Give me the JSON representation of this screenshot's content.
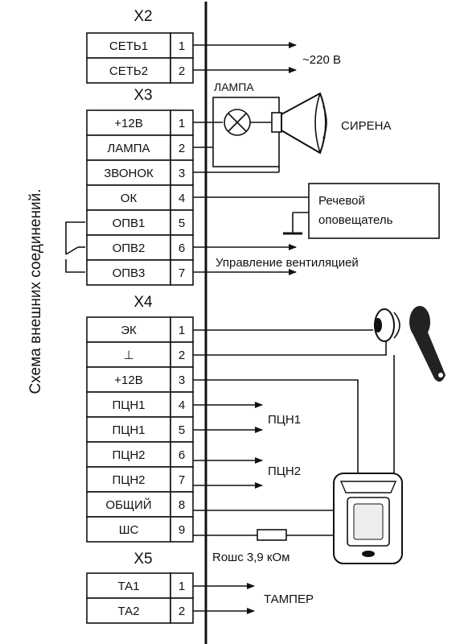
{
  "side_title": "Схема внешних соединений.",
  "connectors": [
    {
      "name": "X2",
      "pins": [
        {
          "label": "СЕТЬ1",
          "num": "1"
        },
        {
          "label": "СЕТЬ2",
          "num": "2"
        }
      ]
    },
    {
      "name": "X3",
      "pins": [
        {
          "label": "+12В",
          "num": "1"
        },
        {
          "label": "ЛАМПА",
          "num": "2"
        },
        {
          "label": "ЗВОНОК",
          "num": "3"
        },
        {
          "label": "ОК",
          "num": "4"
        },
        {
          "label": "ОПВ1",
          "num": "5"
        },
        {
          "label": "ОПВ2",
          "num": "6"
        },
        {
          "label": "ОПВ3",
          "num": "7"
        }
      ]
    },
    {
      "name": "X4",
      "pins": [
        {
          "label": "ЭК",
          "num": "1"
        },
        {
          "label": "⊥",
          "num": "2"
        },
        {
          "label": "+12В",
          "num": "3"
        },
        {
          "label": "ПЦН1",
          "num": "4"
        },
        {
          "label": "ПЦН1",
          "num": "5"
        },
        {
          "label": "ПЦН2",
          "num": "6"
        },
        {
          "label": "ПЦН2",
          "num": "7"
        },
        {
          "label": "ОБЩИЙ",
          "num": "8"
        },
        {
          "label": "ШС",
          "num": "9"
        }
      ]
    },
    {
      "name": "X5",
      "pins": [
        {
          "label": "ТА1",
          "num": "1"
        },
        {
          "label": "ТА2",
          "num": "2"
        }
      ]
    }
  ],
  "labels": {
    "mains": "~220 В",
    "lamp": "ЛАМПА",
    "siren": "СИРЕНА",
    "speaker_line1": "Речевой",
    "speaker_line2": "оповещатель",
    "ventilation": "Управление вентиляцией",
    "pcn1": "ПЦН1",
    "pcn2": "ПЦН2",
    "resistor": "Rошс 3,9 кОм",
    "tamper": "ТАМПЕР"
  }
}
